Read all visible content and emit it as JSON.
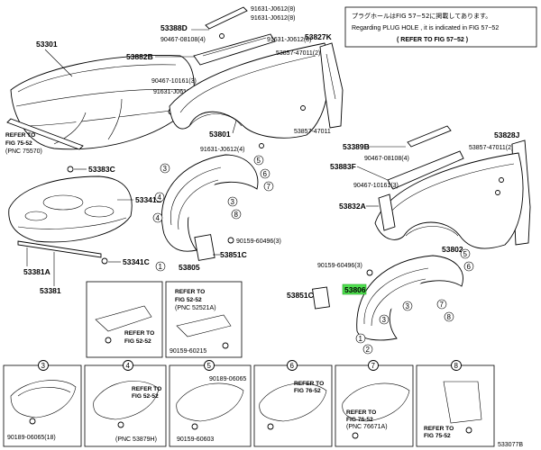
{
  "note": {
    "line1": "プラグホールはFIG 57−52に掲載してあります。",
    "line2": "Regarding PLUG HOLE , it is indicated in FIG 57−52",
    "line3": "( REFER TO FIG 57−52 )"
  },
  "parts": {
    "p53301": "53301",
    "p53388D": "53388D",
    "p53882B": "53882B",
    "p90467_08108": "90467-08108(4)",
    "p91631_J0612_top": "91631-J0612(8)",
    "p91631_J0612_top2": "91631-J0612(8)",
    "p90467_10161_a": "90467-10161(3)",
    "p91631_J0612_b": "91631-J0612(4)",
    "p91631_J0612_c": "91631-J0612(4)",
    "p91631_J0612_d": "91631-J0612(8)",
    "p53827K": "53827K",
    "p53857_47011_a": "53857-47011(2)",
    "p53857_47011_b": "53857-47011",
    "p53801": "53801",
    "p53383C": "53383C",
    "p53341B": "53341B",
    "p53341C": "53341C",
    "p53381A": "53381A",
    "p53381": "53381",
    "p53805": "53805",
    "p53851C_a": "53851C",
    "p90159_60496_a": "90159-60496(3)",
    "p53389B": "53389B",
    "p90467_08108_b": "90467-08108(4)",
    "p53828J": "53828J",
    "p53857_47011_c": "53857-47011(2)",
    "p53883F": "53883F",
    "p90467_10161_b": "90467-10161(3)",
    "p53832A": "53832A",
    "p53802": "53802",
    "p90159_60496_b": "90159-60496(3)",
    "p53806": "53806",
    "p53851C_b": "53851C",
    "p90159_60215": "90159-60215",
    "p90189_06065_a": "90189-06065(18)",
    "p90189_06065_b": "90189-06065",
    "p90159_60603": "90159-60603",
    "p533077B": "533077B"
  },
  "refs": {
    "r75_52_a": [
      "REFER TO",
      "FIG 75-52",
      "(PNC 75570)"
    ],
    "r52_52_a": [
      "REFER TO",
      "FIG 52-52",
      "(PNC 52521A)"
    ],
    "r52_52_b": [
      "REFER TO",
      "FIG 52-52"
    ],
    "r52_52_c": [
      "REFER TO",
      "FIG 52-52",
      "(PNC 53879H)"
    ],
    "r76_52_a": [
      "REFER TO",
      "FIG 76-52"
    ],
    "r76_52_b": [
      "REFER TO",
      "FIG 76-52",
      "(PNC 76671A)"
    ],
    "r75_52_b": [
      "REFER TO",
      "FIG 75-52"
    ]
  },
  "callouts": [
    "1",
    "2",
    "3",
    "4",
    "5",
    "6",
    "7",
    "8"
  ],
  "highlight_color": "#4ee04e"
}
